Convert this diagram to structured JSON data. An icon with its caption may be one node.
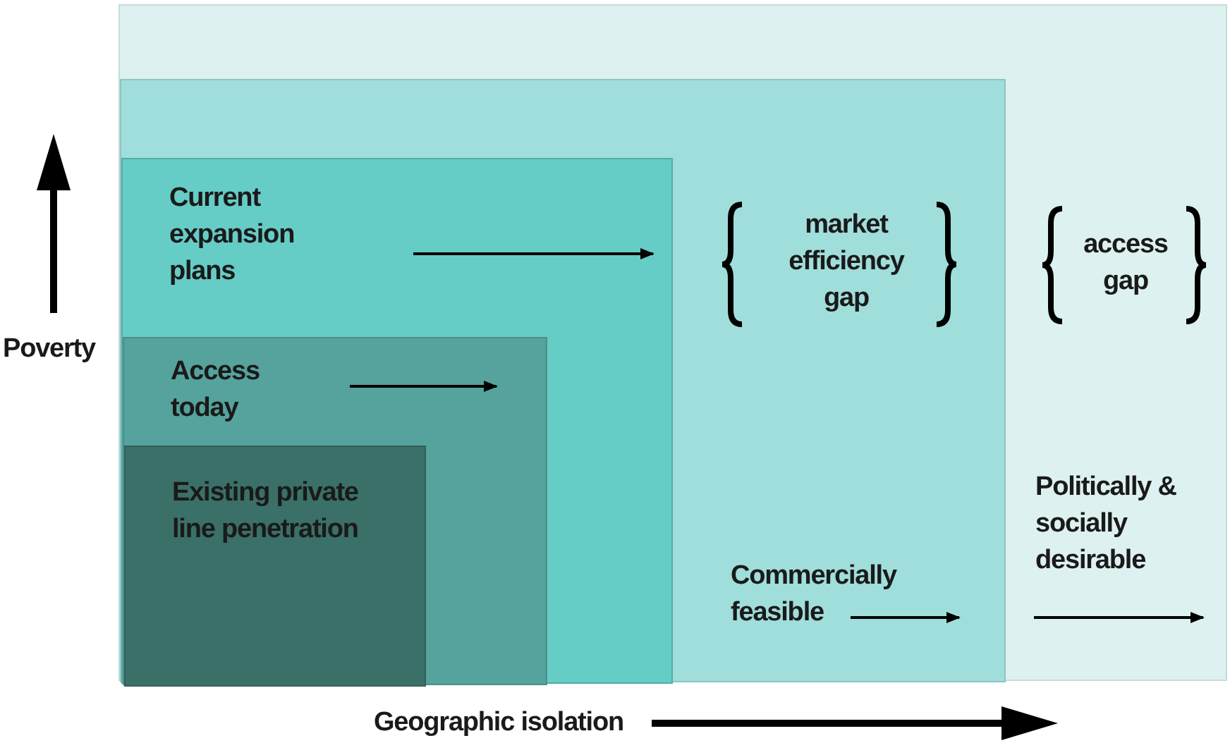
{
  "diagram": {
    "nodes": [
      {
        "text": [
          "access gap",
          "Politically & socially desirable"
        ]
      },
      {
        "text": [
          "market efficiency gap",
          "Commercially feasible"
        ],
        "in": 0
      },
      {
        "text": [
          "Current expansion plans"
        ],
        "in": 1
      },
      {
        "text": [
          "Access today"
        ],
        "in": 2
      },
      {
        "text": [
          "Existing private line penetration"
        ],
        "in": 3
      }
    ],
    "edges": [
      {
        "from": null,
        "to": 0,
        "arrow": "to"
      },
      {
        "from": null,
        "to": 1,
        "arrow": "to"
      },
      {
        "from": null,
        "to": 2,
        "arrow": "to"
      },
      {
        "from": null,
        "to": 3,
        "arrow": "to"
      }
    ],
    "labels": [
      "Poverty",
      "Geographic isolation"
    ]
  }
}
